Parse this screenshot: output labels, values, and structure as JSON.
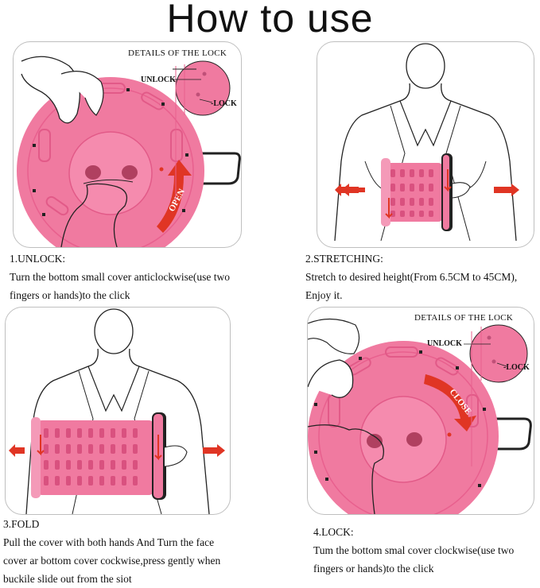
{
  "title": "How to use",
  "colors": {
    "pink": "#f07aa0",
    "pink_light": "#f49ab8",
    "pink_dark": "#d9517f",
    "arrow_red": "#e03524",
    "ink": "#111111"
  },
  "steps": [
    {
      "heading": "1.UNLOCK:",
      "lines": [
        "Turn the bottom small cover anticlockwise(use two",
        "fingers or hands)to the click"
      ],
      "details_label": "DETAILS OF THE LOCK",
      "unlock_label": "UNLOCK",
      "lock_label": "-LOCK",
      "arrow_label": "OPEN"
    },
    {
      "heading": "2.STRETCHING:",
      "lines": [
        "Stretch to desired height(From 6.5CM to 45CM),",
        "Enjoy it."
      ]
    },
    {
      "heading": "3.FOLD",
      "lines": [
        "Pull the cover with both hands And Turn the face",
        "cover ar bottom cover cockwise,press gently when",
        "buckile slide out from the siot"
      ]
    },
    {
      "heading": "4.LOCK:",
      "lines": [
        "Tum the bottom smal cover clockwise(use two",
        "fingers or hands)to the click"
      ],
      "details_label": "DETAILS OF THE LOCK",
      "unlock_label": "UNLOCK",
      "lock_label": "-LOCK",
      "arrow_label": "CLOSE"
    }
  ]
}
